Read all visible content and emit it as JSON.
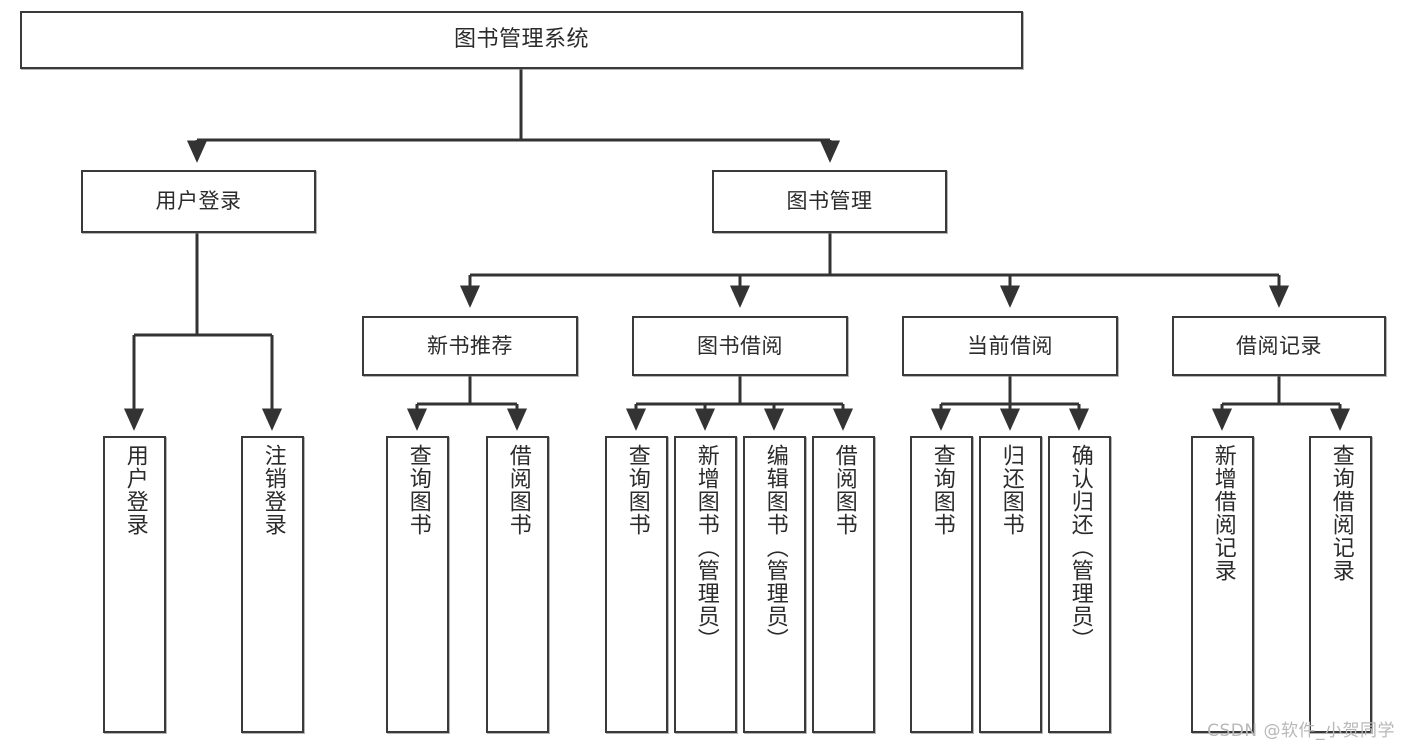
{
  "diagram": {
    "title": "图书管理系统",
    "type": "tree-hierarchy-diagram",
    "watermark": "CSDN @软件_小贺同学",
    "colors": {
      "box_border": "#3a3a3a",
      "box_fill": "#ffffff",
      "text": "#2b2b2b",
      "edge": "#333333",
      "watermark": "#b8b8b8",
      "background": "#ffffff"
    },
    "nodes": {
      "root": {
        "label": "图书管理系统"
      },
      "level1": [
        {
          "id": "user-login",
          "label": "用户登录"
        },
        {
          "id": "book-manage",
          "label": "图书管理"
        }
      ],
      "level2": [
        {
          "id": "new-book-rec",
          "label": "新书推荐"
        },
        {
          "id": "book-borrow",
          "label": "图书借阅"
        },
        {
          "id": "current-borrow",
          "label": "当前借阅"
        },
        {
          "id": "borrow-record",
          "label": "借阅记录"
        }
      ],
      "leaves": {
        "user-login": [
          {
            "id": "leaf-user-login",
            "label": "用户登录"
          },
          {
            "id": "leaf-logout",
            "label": "注销登录"
          }
        ],
        "new-book-rec": [
          {
            "id": "leaf-query-book-1",
            "label": "查询图书"
          },
          {
            "id": "leaf-borrow-book-1",
            "label": "借阅图书"
          }
        ],
        "book-borrow": [
          {
            "id": "leaf-query-book-2",
            "label": "查询图书"
          },
          {
            "id": "leaf-add-book",
            "label": "新增图书（管理员）"
          },
          {
            "id": "leaf-edit-book",
            "label": "编辑图书（管理员）"
          },
          {
            "id": "leaf-borrow-book-2",
            "label": "借阅图书"
          }
        ],
        "current-borrow": [
          {
            "id": "leaf-query-book-3",
            "label": "查询图书"
          },
          {
            "id": "leaf-return-book",
            "label": "归还图书"
          },
          {
            "id": "leaf-confirm-return",
            "label": "确认归还（管理员）"
          }
        ],
        "borrow-record": [
          {
            "id": "leaf-add-record",
            "label": "新增借阅记录"
          },
          {
            "id": "leaf-query-record",
            "label": "查询借阅记录"
          }
        ]
      }
    }
  }
}
